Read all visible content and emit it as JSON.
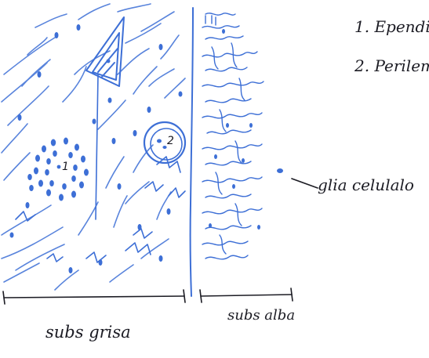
{
  "legend": {
    "item_1": "1. Ependi",
    "item_2": "2. Perilem"
  },
  "labels": {
    "glia": "glia celulalo",
    "substance_gray": "subs grisa",
    "substance_white": "subs alba",
    "marker_1": "1",
    "marker_2": "2"
  },
  "colors": {
    "ink_blue": "#3d6fd6",
    "ink_dark": "#1c1c24"
  }
}
